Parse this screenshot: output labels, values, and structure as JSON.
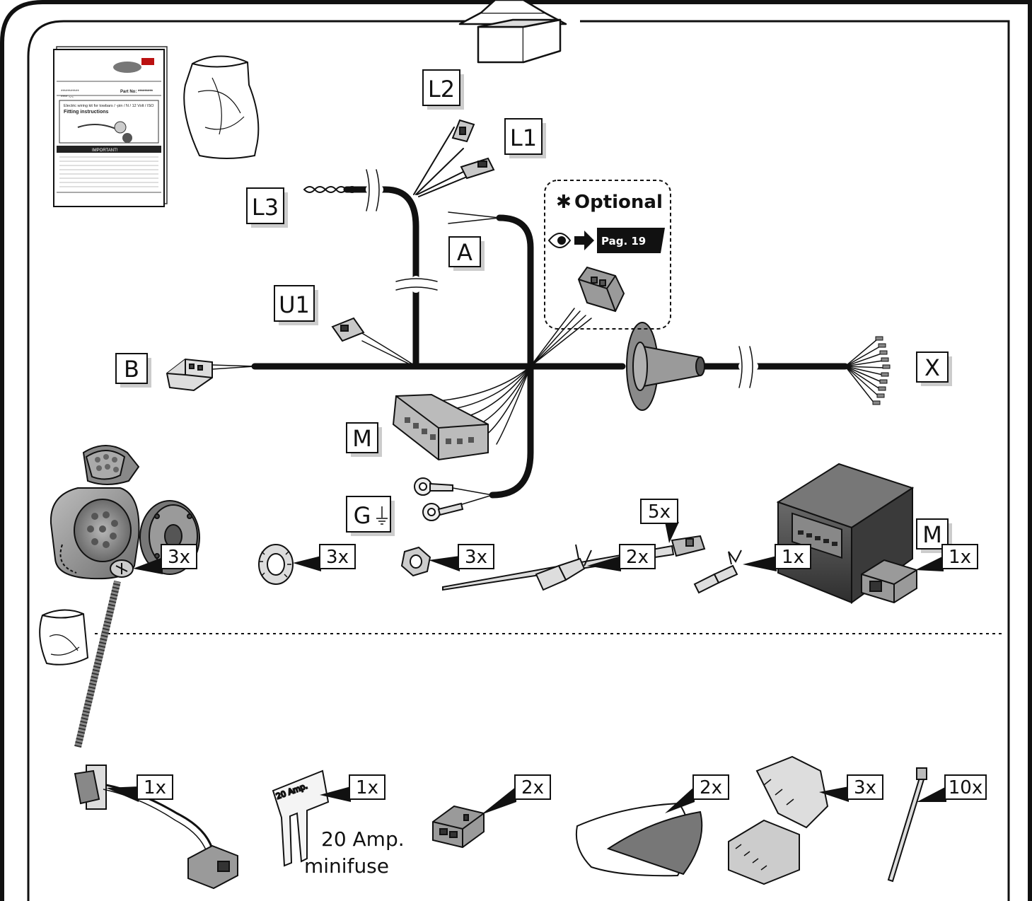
{
  "manual": {
    "stars_left": "***********",
    "stars_left2": "**** ~~",
    "part_no": "Part No: *********",
    "line1": "Electric wiring kit for towbars / -pin / N / 12 Volt / ISO",
    "line2": "Fitting instructions",
    "important": "IMPORTANT!"
  },
  "labels": {
    "L2": "L2",
    "L1": "L1",
    "L3": "L3",
    "A": "A",
    "U1": "U1",
    "B": "B",
    "X": "X",
    "M1": "M",
    "G": "G",
    "M2": "M"
  },
  "optional": {
    "title": "Optional",
    "page_ref": "Pag. 19"
  },
  "cable_ties_qty": "5x",
  "parts": {
    "screw": "3x",
    "washer": "3x",
    "nut": "3x",
    "terminal_female": "2x",
    "terminal_male": "1x",
    "connector_housing": "1x",
    "relay": "1x",
    "fuse": "1x",
    "fuse_label_1": "20 Amp.",
    "fuse_label_2": "minifuse",
    "fuse_print": "20 Amp.",
    "plug_2pin": "2x",
    "adhesive_pad": "2x",
    "splice_connector": "3x",
    "cable_tie_small": "10x"
  }
}
